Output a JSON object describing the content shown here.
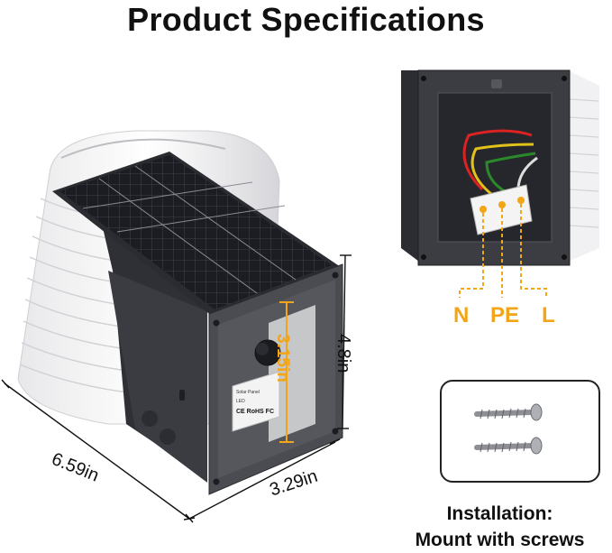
{
  "header": {
    "title": "Product Specifications"
  },
  "dimensions": {
    "width": "6.59in",
    "depth": "3.29in",
    "height": "4.8in",
    "inner_height": "3.15in"
  },
  "wiring": {
    "labels": [
      "N",
      "PE",
      "L"
    ],
    "accent_color": "#f2a516"
  },
  "product_label": {
    "line1": "Solar Panel",
    "line2": "LED",
    "marks": "CE RoHS FC"
  },
  "installation": {
    "line1": "Installation:",
    "line2": "Mount with screws"
  },
  "icons": [
    "solar-panel-icon",
    "screw-icon"
  ]
}
